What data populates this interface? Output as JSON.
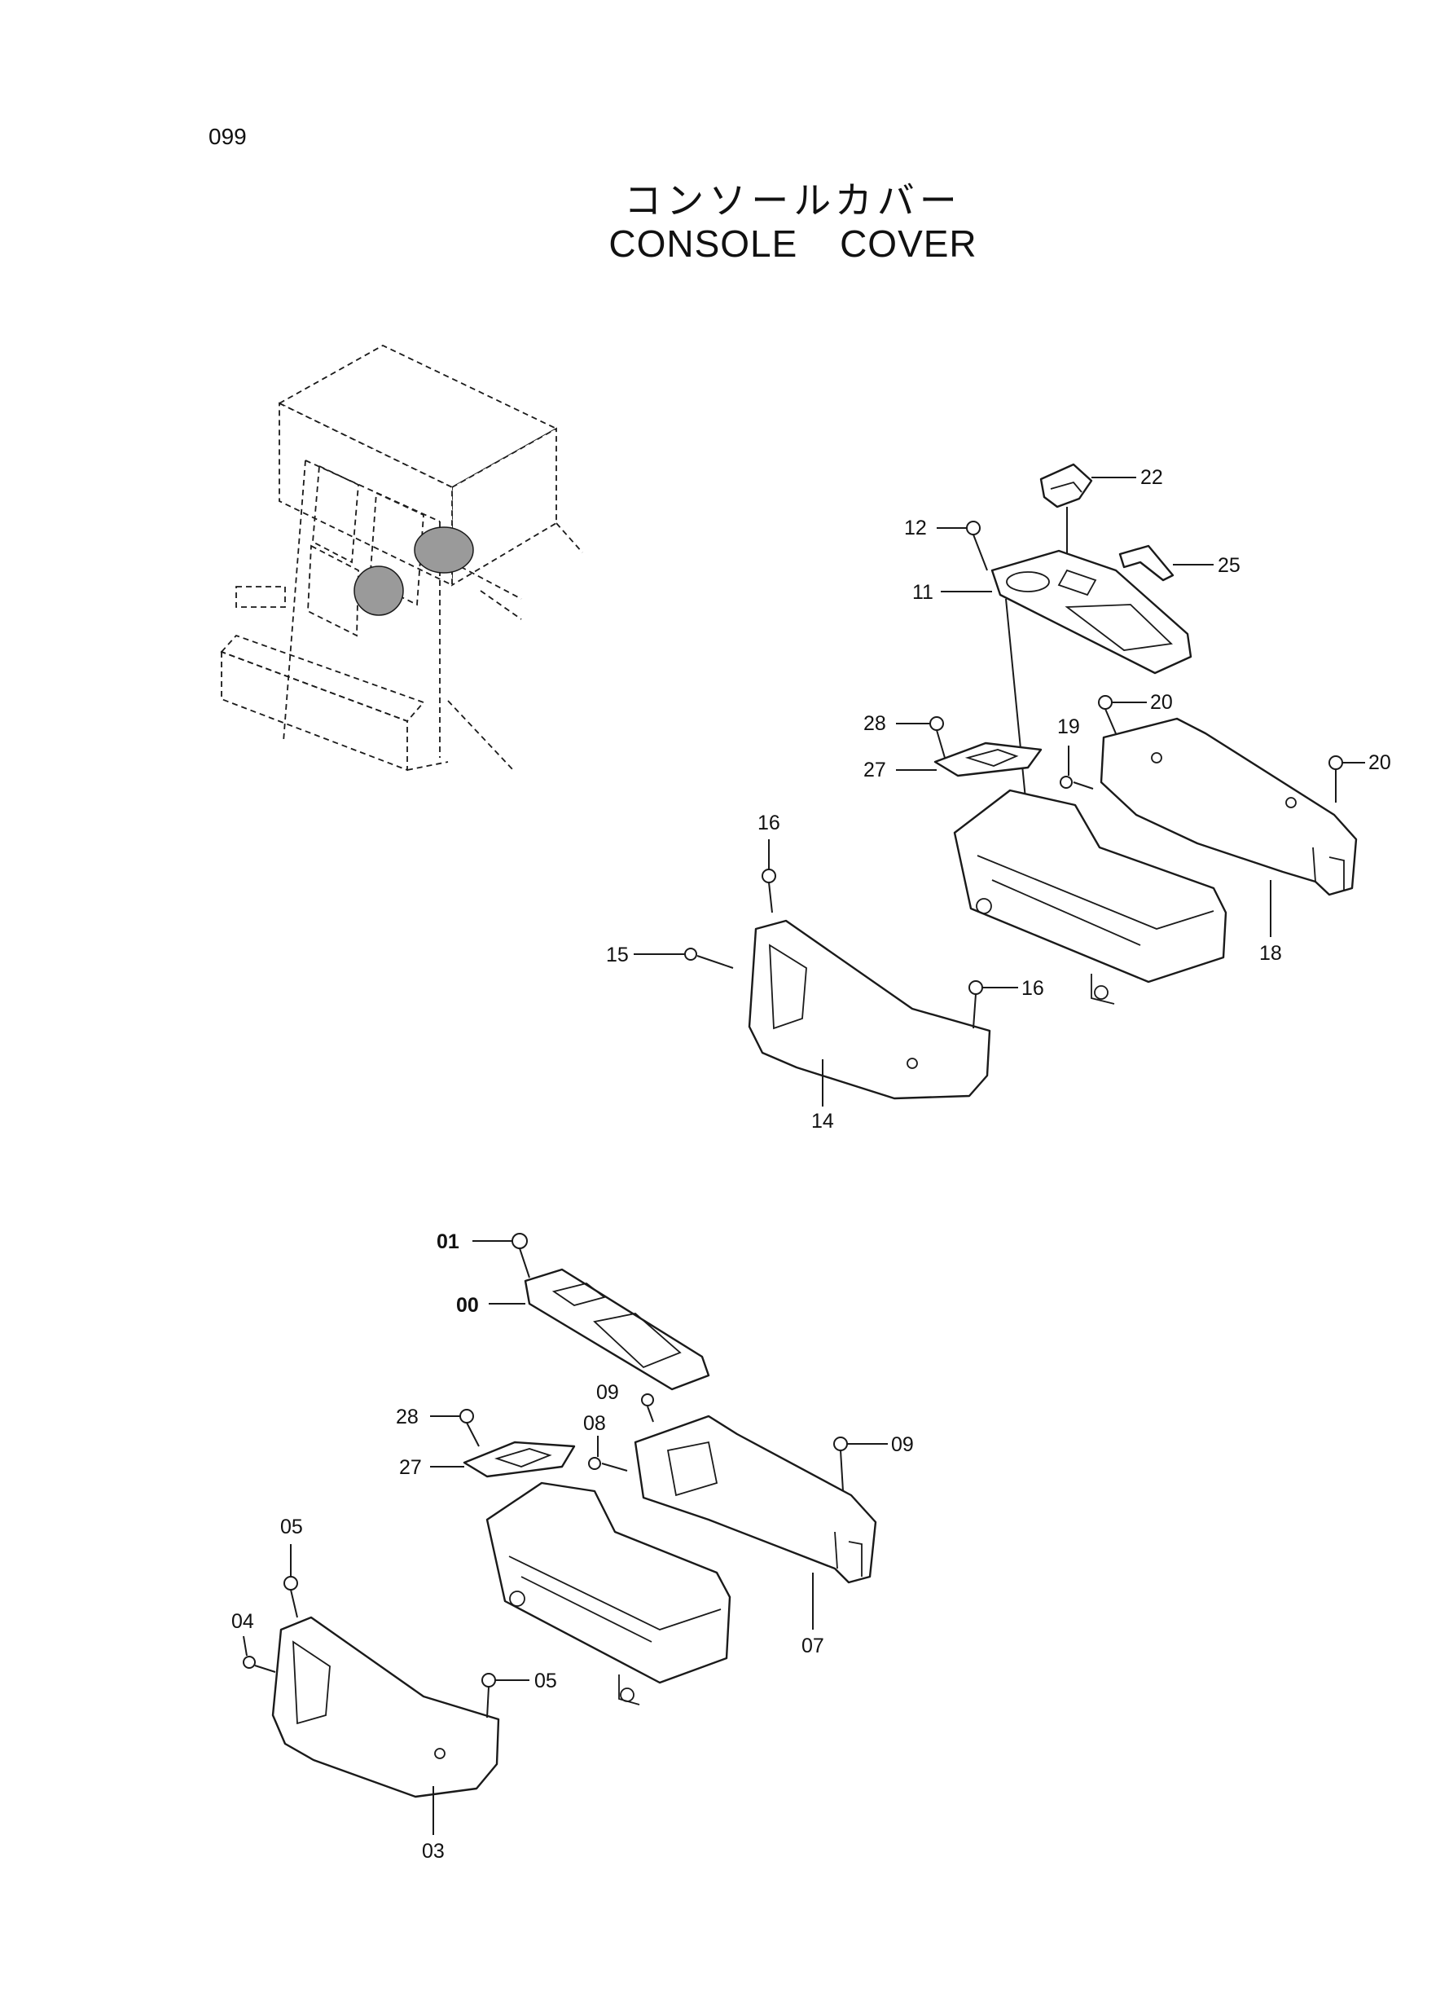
{
  "page_number": "099",
  "title_jp": "コンソールカバー",
  "title_en": "CONSOLE COVER",
  "callouts": {
    "c22": "22",
    "c25": "25",
    "c12": "12",
    "c11": "11",
    "c20a": "20",
    "c20b": "20",
    "c19": "19",
    "c28a": "28",
    "c27a": "27",
    "c18": "18",
    "c16a": "16",
    "c15": "15",
    "c16b": "16",
    "c14": "14",
    "c01": "01",
    "c00": "00",
    "c09a": "09",
    "c08": "08",
    "c09b": "09",
    "c28b": "28",
    "c27b": "27",
    "c05a": "05",
    "c04": "04",
    "c05b": "05",
    "c07": "07",
    "c03": "03"
  }
}
